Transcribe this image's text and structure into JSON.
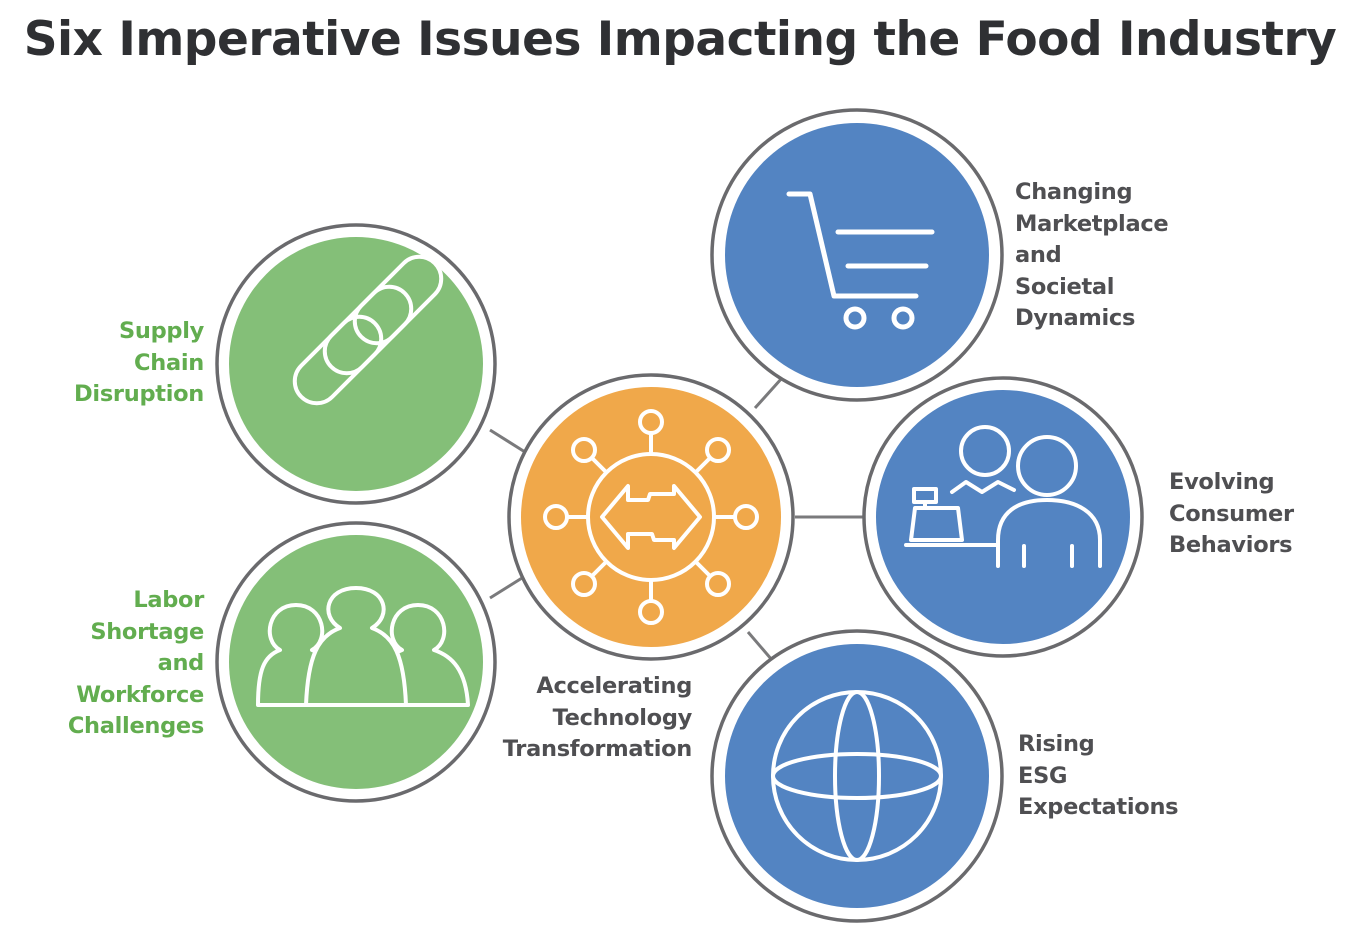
{
  "title": "Six Imperative Issues Impacting the Food Industry",
  "colors": {
    "green": "#84bf78",
    "green_text": "#62ad4f",
    "orange": "#f0a84a",
    "blue": "#5384c2",
    "ring": "#6a6a6d",
    "text": "#4f4f52",
    "title": "#2f3033"
  },
  "issues": {
    "supply_chain": {
      "icon": "chain-link-icon",
      "lines": [
        "Supply",
        "Chain",
        "Disruption"
      ]
    },
    "labor": {
      "icon": "people-group-icon",
      "lines": [
        "Labor",
        "Shortage",
        "and",
        "Workforce",
        "Challenges"
      ]
    },
    "technology": {
      "icon": "network-hub-icon",
      "lines": [
        "Accelerating",
        "Technology",
        "Transformation"
      ]
    },
    "marketplace": {
      "icon": "shopping-cart-icon",
      "lines": [
        "Changing",
        "Marketplace",
        "and",
        "Societal",
        "Dynamics"
      ]
    },
    "consumer": {
      "icon": "cashier-customer-icon",
      "lines": [
        "Evolving",
        "Consumer",
        "Behaviors"
      ]
    },
    "esg": {
      "icon": "globe-icon",
      "lines": [
        "Rising",
        "ESG",
        "Expectations"
      ]
    }
  }
}
